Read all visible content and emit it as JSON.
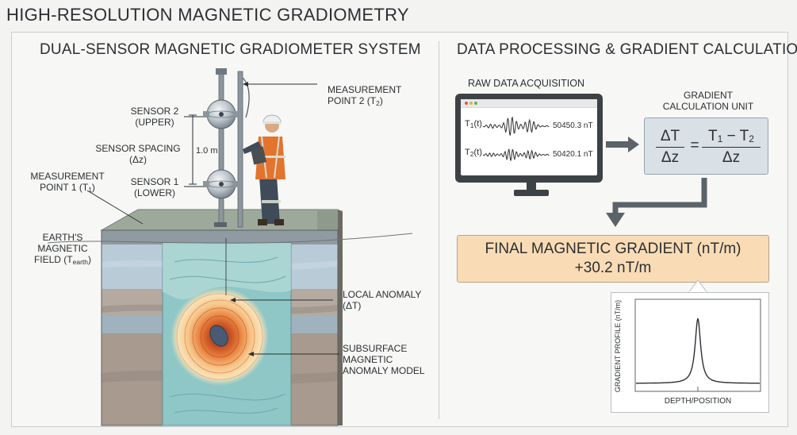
{
  "page": {
    "title": "HIGH-RESOLUTION MAGNETIC GRADIOMETRY"
  },
  "left_panel": {
    "title": "DUAL-SENSOR MAGNETIC GRADIOMETER SYSTEM",
    "labels": {
      "measurement_point_2_line1": "MEASUREMENT",
      "measurement_point_2_line2": "POINT 2 (T",
      "measurement_point_2_sub": "2",
      "sensor2_line1": "SENSOR 2",
      "sensor2_line2": "(UPPER)",
      "spacing_line1": "SENSOR SPACING",
      "spacing_line2": "(Δz)",
      "spacing_value": "1.0 m",
      "measurement_point_1_line1": "MEASUREMENT",
      "measurement_point_1_line2": "POINT 1 (T",
      "measurement_point_1_sub": "1",
      "sensor1_line1": "SENSOR 1",
      "sensor1_line2": "(LOWER)",
      "earth_field_line1": "EARTH'S",
      "earth_field_line2": "MAGNETIC",
      "earth_field_line3": "FIELD (T",
      "earth_field_sub": "earth",
      "local_anomaly_line1": "LOCAL ANOMALY",
      "local_anomaly_line2": "(ΔT)",
      "subsurface_line1": "SUBSURFACE",
      "subsurface_line2": "MAGNETIC",
      "subsurface_line3": "ANOMALY MODEL"
    }
  },
  "right_panel": {
    "title": "DATA PROCESSING & GRADIENT CALCULATION",
    "raw_data_label": "RAW DATA ACQUISITION",
    "monitor": {
      "t1_label": "T",
      "t1_sub": "1",
      "t1_suffix": "(t)",
      "t1_value": "50450.3 nT",
      "t2_label": "T",
      "t2_sub": "2",
      "t2_suffix": "(t)",
      "t2_value": "50420.1 nT"
    },
    "calc_unit_line1": "GRADIENT",
    "calc_unit_line2": "CALCULATION UNIT",
    "formula": {
      "lhs_num": "ΔT",
      "lhs_den": "Δz",
      "equals": "=",
      "rhs_num_a": "T",
      "rhs_num_a_sub": "1",
      "rhs_num_minus": " − T",
      "rhs_num_b_sub": "2",
      "rhs_den": "Δz"
    },
    "final": {
      "title": "FINAL MAGNETIC GRADIENT (nT/m)",
      "value": "+30.2 nT/m"
    },
    "profile_chart": {
      "ylabel": "GRADIENT PROFILE (nT/m)",
      "xlabel": "DEPTH/POSITION"
    }
  },
  "colors": {
    "final_box": "#f9dcb5",
    "calc_box": "#d9e1e6",
    "anomaly_core": "#e06a2c",
    "background": "#f3f3f1"
  }
}
